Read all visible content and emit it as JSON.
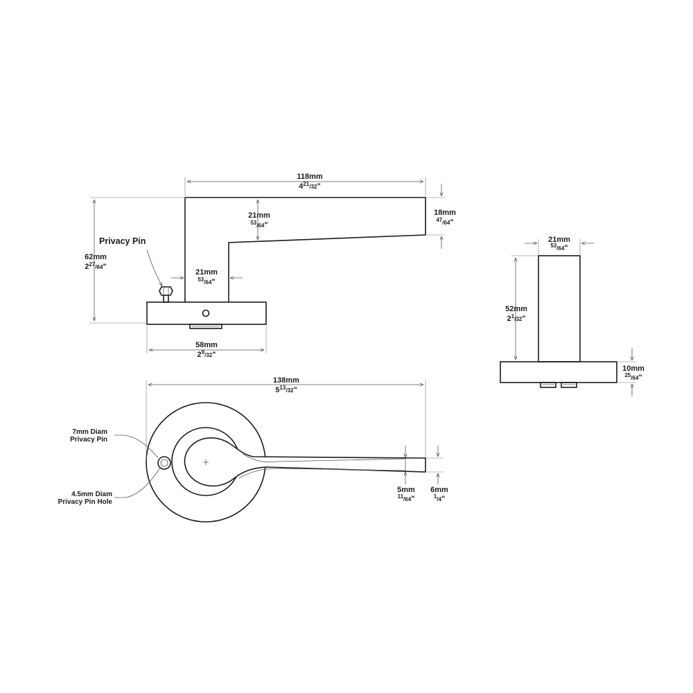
{
  "callouts": {
    "privacy_pin": "Privacy Pin",
    "diam_pin_1": "7mm Diam",
    "diam_pin_2": "Privacy Pin",
    "diam_hole_1": "4.5mm Diam",
    "diam_hole_2": "Privacy Pin Hole"
  },
  "dims": {
    "d118": {
      "mm": "118mm",
      "whole": "4",
      "num": "21",
      "den": "32",
      "unit": "\""
    },
    "d62": {
      "mm": "62mm",
      "whole": "2",
      "num": "27",
      "den": "64",
      "unit": "\""
    },
    "d21a": {
      "mm": "21mm",
      "whole": "",
      "num": "53",
      "den": "64",
      "unit": "\""
    },
    "d18": {
      "mm": "18mm",
      "whole": "",
      "num": "47",
      "den": "64",
      "unit": "\""
    },
    "d21b": {
      "mm": "21mm",
      "whole": "",
      "num": "53",
      "den": "64",
      "unit": "\""
    },
    "d58": {
      "mm": "58mm",
      "whole": "2",
      "num": "9",
      "den": "32",
      "unit": "\""
    },
    "d21c": {
      "mm": "21mm",
      "whole": "",
      "num": "53",
      "den": "64",
      "unit": "\""
    },
    "d52": {
      "mm": "52mm",
      "whole": "2",
      "num": "1",
      "den": "32",
      "unit": "\""
    },
    "d10": {
      "mm": "10mm",
      "whole": "",
      "num": "25",
      "den": "64",
      "unit": "\""
    },
    "d138": {
      "mm": "138mm",
      "whole": "5",
      "num": "13",
      "den": "32",
      "unit": "\""
    },
    "d5": {
      "mm": "5mm",
      "whole": "",
      "num": "11",
      "den": "64",
      "unit": "\""
    },
    "d6": {
      "mm": "6mm",
      "whole": "",
      "num": "1",
      "den": "4",
      "unit": "\""
    }
  }
}
